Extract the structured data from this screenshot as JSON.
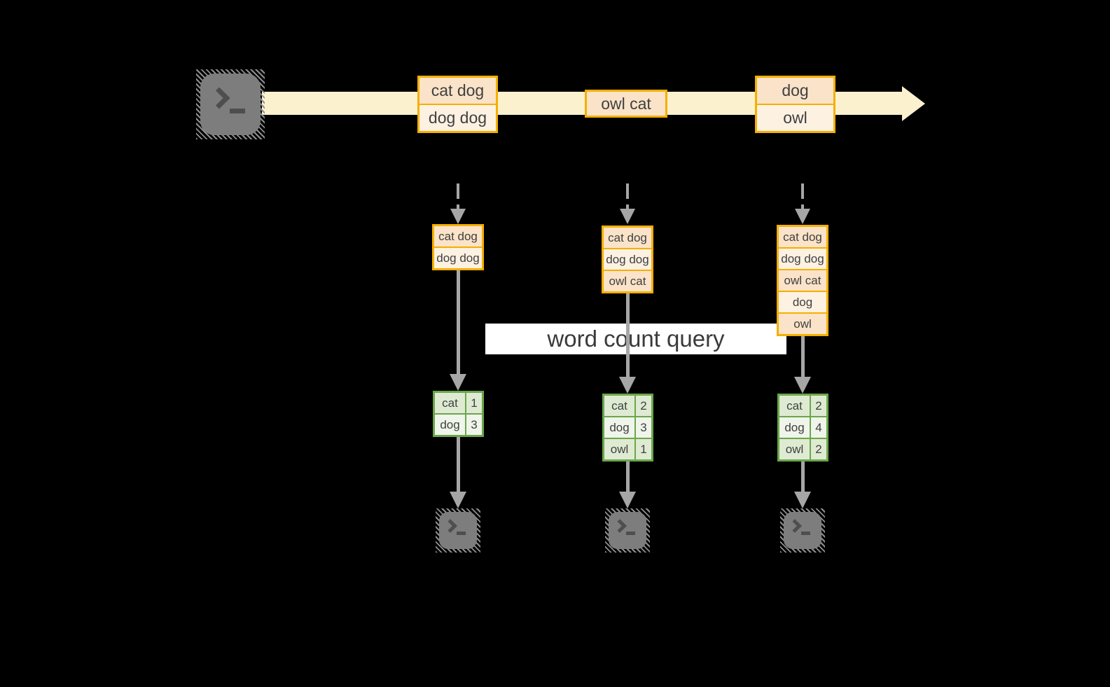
{
  "banner": {
    "label": "word count query"
  },
  "colors": {
    "gold_border": "#F5AF00",
    "peach_fill": "#FAE3C8",
    "cream_fill": "#FDF1E2",
    "stream_band": "#FBF1CE",
    "green_border": "#6CA64C",
    "green_fill": "#DEEBD2",
    "green_fill_light": "#EFF5EA",
    "arrow_gray": "#A6A6A6",
    "terminal_gray": "#7D7D7D",
    "text": "#404040",
    "banner_bg": "#FFFFFF",
    "background": "#000000"
  },
  "icons": {
    "source": "terminal-icon",
    "outputs": [
      "terminal-icon",
      "terminal-icon",
      "terminal-icon"
    ]
  },
  "timeline": {
    "boxes": [
      {
        "rows": [
          "cat dog",
          "dog dog"
        ]
      },
      {
        "rows": [
          "owl cat"
        ]
      },
      {
        "rows": [
          "dog",
          "owl"
        ]
      }
    ]
  },
  "columns": [
    {
      "state_rows": [
        "cat dog",
        "dog dog"
      ],
      "counts": [
        {
          "word": "cat",
          "count": "1"
        },
        {
          "word": "dog",
          "count": "3"
        }
      ]
    },
    {
      "state_rows": [
        "cat dog",
        "dog dog",
        "owl cat"
      ],
      "counts": [
        {
          "word": "cat",
          "count": "2"
        },
        {
          "word": "dog",
          "count": "3"
        },
        {
          "word": "owl",
          "count": "1"
        }
      ]
    },
    {
      "state_rows": [
        "cat dog",
        "dog dog",
        "owl cat",
        "dog",
        "owl"
      ],
      "counts": [
        {
          "word": "cat",
          "count": "2"
        },
        {
          "word": "dog",
          "count": "4"
        },
        {
          "word": "owl",
          "count": "2"
        }
      ]
    }
  ]
}
